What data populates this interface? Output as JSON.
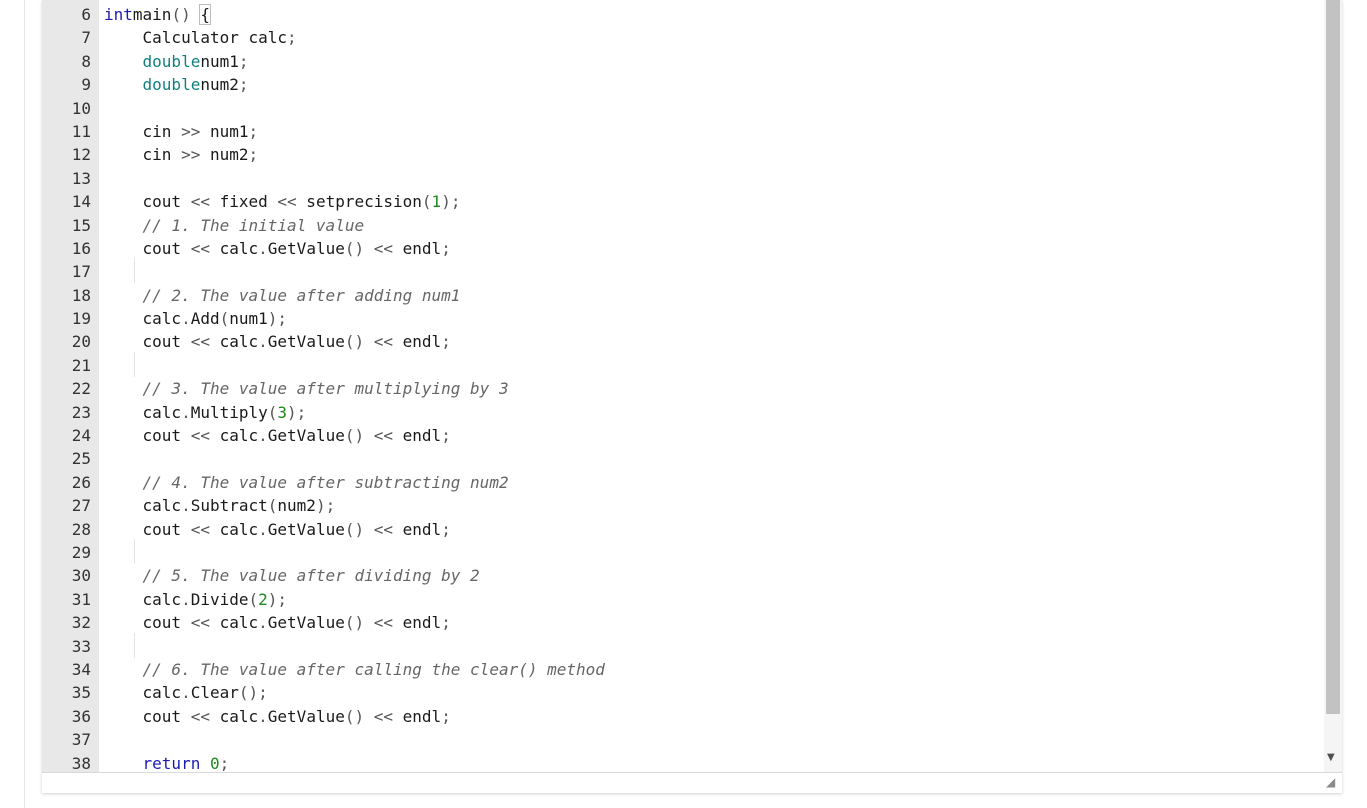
{
  "editor": {
    "lines": [
      {
        "n": "6",
        "tokens": [
          [
            "kw",
            "int"
          ],
          [
            "",
            "main"
          ],
          [
            "op",
            "() "
          ],
          [
            "brace",
            "{"
          ]
        ]
      },
      {
        "n": "7",
        "tokens": [
          [
            "",
            "    Calculator calc"
          ],
          [
            "op",
            ";"
          ]
        ]
      },
      {
        "n": "8",
        "tokens": [
          [
            "",
            "    "
          ],
          [
            "type",
            "double"
          ],
          [
            "",
            "num1"
          ],
          [
            "op",
            ";"
          ]
        ]
      },
      {
        "n": "9",
        "tokens": [
          [
            "",
            "    "
          ],
          [
            "type",
            "double"
          ],
          [
            "",
            "num2"
          ],
          [
            "op",
            ";"
          ]
        ]
      },
      {
        "n": "10",
        "tokens": []
      },
      {
        "n": "11",
        "tokens": [
          [
            "",
            "    cin "
          ],
          [
            "op",
            ">>"
          ],
          [
            "",
            " num1"
          ],
          [
            "op",
            ";"
          ]
        ]
      },
      {
        "n": "12",
        "tokens": [
          [
            "",
            "    cin "
          ],
          [
            "op",
            ">>"
          ],
          [
            "",
            " num2"
          ],
          [
            "op",
            ";"
          ]
        ]
      },
      {
        "n": "13",
        "tokens": []
      },
      {
        "n": "14",
        "tokens": [
          [
            "",
            "    cout "
          ],
          [
            "op",
            "<<"
          ],
          [
            "",
            " fixed "
          ],
          [
            "op",
            "<<"
          ],
          [
            "",
            " setprecision"
          ],
          [
            "op",
            "("
          ],
          [
            "num",
            "1"
          ],
          [
            "op",
            ");"
          ]
        ]
      },
      {
        "n": "15",
        "tokens": [
          [
            "",
            "    "
          ],
          [
            "cm",
            "// 1. The initial value"
          ]
        ]
      },
      {
        "n": "16",
        "tokens": [
          [
            "",
            "    cout "
          ],
          [
            "op",
            "<<"
          ],
          [
            "",
            " calc"
          ],
          [
            "op",
            "."
          ],
          [
            "",
            "GetValue"
          ],
          [
            "op",
            "()"
          ],
          [
            "",
            " "
          ],
          [
            "op",
            "<<"
          ],
          [
            "",
            " endl"
          ],
          [
            "op",
            ";"
          ]
        ]
      },
      {
        "n": "17",
        "tokens": []
      },
      {
        "n": "18",
        "tokens": [
          [
            "",
            "    "
          ],
          [
            "cm",
            "// 2. The value after adding num1"
          ]
        ]
      },
      {
        "n": "19",
        "tokens": [
          [
            "",
            "    calc"
          ],
          [
            "op",
            "."
          ],
          [
            "",
            "Add"
          ],
          [
            "op",
            "("
          ],
          [
            "",
            "num1"
          ],
          [
            "op",
            ");"
          ]
        ]
      },
      {
        "n": "20",
        "tokens": [
          [
            "",
            "    cout "
          ],
          [
            "op",
            "<<"
          ],
          [
            "",
            " calc"
          ],
          [
            "op",
            "."
          ],
          [
            "",
            "GetValue"
          ],
          [
            "op",
            "()"
          ],
          [
            "",
            " "
          ],
          [
            "op",
            "<<"
          ],
          [
            "",
            " endl"
          ],
          [
            "op",
            ";"
          ]
        ]
      },
      {
        "n": "21",
        "tokens": []
      },
      {
        "n": "22",
        "tokens": [
          [
            "",
            "    "
          ],
          [
            "cm",
            "// 3. The value after multiplying by 3"
          ]
        ]
      },
      {
        "n": "23",
        "tokens": [
          [
            "",
            "    calc"
          ],
          [
            "op",
            "."
          ],
          [
            "",
            "Multiply"
          ],
          [
            "op",
            "("
          ],
          [
            "num",
            "3"
          ],
          [
            "op",
            ");"
          ]
        ]
      },
      {
        "n": "24",
        "tokens": [
          [
            "",
            "    cout "
          ],
          [
            "op",
            "<<"
          ],
          [
            "",
            " calc"
          ],
          [
            "op",
            "."
          ],
          [
            "",
            "GetValue"
          ],
          [
            "op",
            "()"
          ],
          [
            "",
            " "
          ],
          [
            "op",
            "<<"
          ],
          [
            "",
            " endl"
          ],
          [
            "op",
            ";"
          ]
        ]
      },
      {
        "n": "25",
        "tokens": []
      },
      {
        "n": "26",
        "tokens": [
          [
            "",
            "    "
          ],
          [
            "cm",
            "// 4. The value after subtracting num2"
          ]
        ]
      },
      {
        "n": "27",
        "tokens": [
          [
            "",
            "    calc"
          ],
          [
            "op",
            "."
          ],
          [
            "",
            "Subtract"
          ],
          [
            "op",
            "("
          ],
          [
            "",
            "num2"
          ],
          [
            "op",
            ");"
          ]
        ]
      },
      {
        "n": "28",
        "tokens": [
          [
            "",
            "    cout "
          ],
          [
            "op",
            "<<"
          ],
          [
            "",
            " calc"
          ],
          [
            "op",
            "."
          ],
          [
            "",
            "GetValue"
          ],
          [
            "op",
            "()"
          ],
          [
            "",
            " "
          ],
          [
            "op",
            "<<"
          ],
          [
            "",
            " endl"
          ],
          [
            "op",
            ";"
          ]
        ]
      },
      {
        "n": "29",
        "tokens": []
      },
      {
        "n": "30",
        "tokens": [
          [
            "",
            "    "
          ],
          [
            "cm",
            "// 5. The value after dividing by 2"
          ]
        ]
      },
      {
        "n": "31",
        "tokens": [
          [
            "",
            "    calc"
          ],
          [
            "op",
            "."
          ],
          [
            "",
            "Divide"
          ],
          [
            "op",
            "("
          ],
          [
            "num",
            "2"
          ],
          [
            "op",
            ");"
          ]
        ]
      },
      {
        "n": "32",
        "tokens": [
          [
            "",
            "    cout "
          ],
          [
            "op",
            "<<"
          ],
          [
            "",
            " calc"
          ],
          [
            "op",
            "."
          ],
          [
            "",
            "GetValue"
          ],
          [
            "op",
            "()"
          ],
          [
            "",
            " "
          ],
          [
            "op",
            "<<"
          ],
          [
            "",
            " endl"
          ],
          [
            "op",
            ";"
          ]
        ]
      },
      {
        "n": "33",
        "tokens": []
      },
      {
        "n": "34",
        "tokens": [
          [
            "",
            "    "
          ],
          [
            "cm",
            "// 6. The value after calling the clear() method"
          ]
        ]
      },
      {
        "n": "35",
        "tokens": [
          [
            "",
            "    calc"
          ],
          [
            "op",
            "."
          ],
          [
            "",
            "Clear"
          ],
          [
            "op",
            "();"
          ]
        ]
      },
      {
        "n": "36",
        "tokens": [
          [
            "",
            "    cout "
          ],
          [
            "op",
            "<<"
          ],
          [
            "",
            " calc"
          ],
          [
            "op",
            "."
          ],
          [
            "",
            "GetValue"
          ],
          [
            "op",
            "()"
          ],
          [
            "",
            " "
          ],
          [
            "op",
            "<<"
          ],
          [
            "",
            " endl"
          ],
          [
            "op",
            ";"
          ]
        ]
      },
      {
        "n": "37",
        "tokens": []
      },
      {
        "n": "38",
        "tokens": [
          [
            "",
            "    "
          ],
          [
            "kw",
            "return"
          ],
          [
            "",
            " "
          ],
          [
            "num",
            "0"
          ],
          [
            "op",
            ";"
          ]
        ]
      }
    ],
    "icons": {
      "scroll_down": "scroll-down-arrow-icon",
      "resize": "resize-grip-icon"
    }
  }
}
